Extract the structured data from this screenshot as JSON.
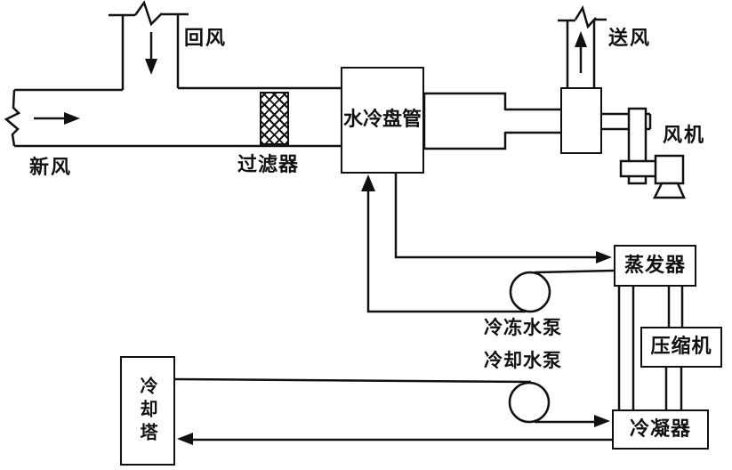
{
  "diagram": {
    "type": "hvac-chilled-water-system-schematic",
    "colors": {
      "ink": "#111111",
      "background": "#ffffff"
    },
    "labels": {
      "return_air": "回风",
      "fresh_air": "新风",
      "supply_air": "送风",
      "filter": "过滤器",
      "cooling_coil": "水冷盘管",
      "fan": "风机",
      "evaporator": "蒸发器",
      "compressor": "压缩机",
      "condenser": "冷凝器",
      "chilled_water_pump": "冷冻水泵",
      "cooling_water_pump": "冷却水泵",
      "cooling_tower": "冷却塔"
    }
  }
}
